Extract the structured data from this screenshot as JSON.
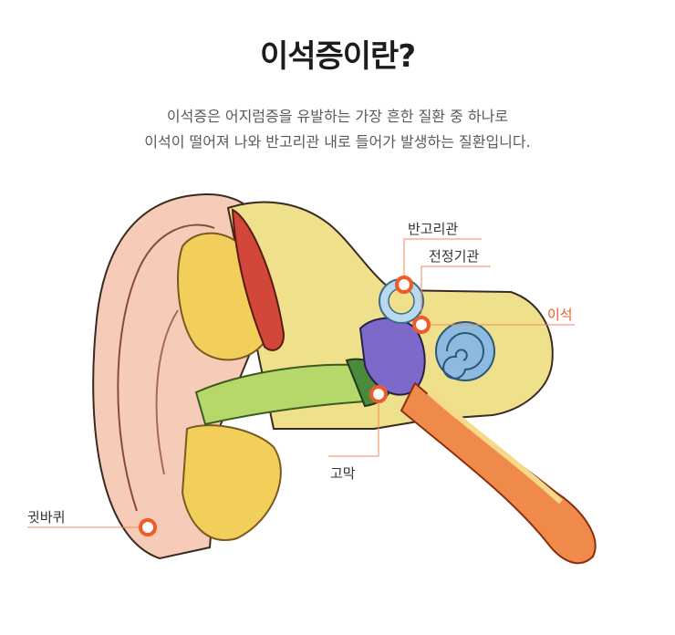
{
  "title": "이석증이란?",
  "description": [
    "이석증은 어지럼증을 유발하는 가장 흔한 질환 중 하나로",
    "이석이 떨어져 나와 반고리관 내로 들어가 발생하는 질환입니다."
  ],
  "labels": {
    "semicircular": "반고리관",
    "vestibule": "전정기관",
    "otolith": "이석",
    "eardrum": "고막",
    "auricle": "귓바퀴"
  },
  "colors": {
    "accent": "#f05a28",
    "line": "#f28a5e"
  }
}
